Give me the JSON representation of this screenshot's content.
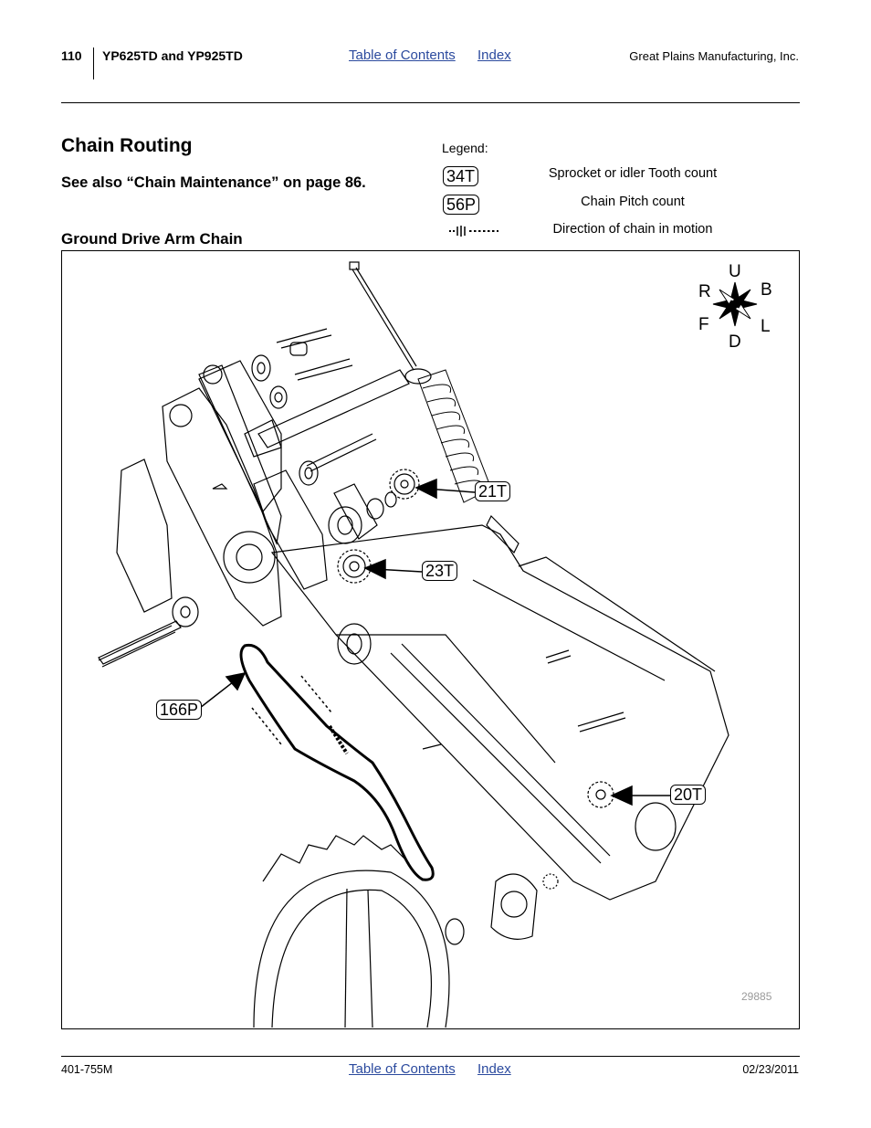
{
  "header": {
    "page_number": "110",
    "model": "YP625TD and YP925TD",
    "toc_link": "Table of Contents",
    "index_link": "Index",
    "company": "Great Plains Manufacturing, Inc."
  },
  "section": {
    "title": "Chain Routing",
    "see_also": "See also “Chain Maintenance” on page 86.",
    "subheading": "Ground Drive Arm Chain"
  },
  "legend": {
    "label": "Legend:",
    "items": [
      {
        "symbol": "34T",
        "description": "Sprocket or idler Tooth count"
      },
      {
        "symbol": "56P",
        "description": "Chain Pitch count"
      },
      {
        "symbol": "direction-arrow-icon",
        "description": "Direction of chain in motion"
      }
    ]
  },
  "figure": {
    "callouts": {
      "sprocket_upper": "21T",
      "sprocket_middle": "23T",
      "chain": "166P",
      "sprocket_lower": "20T"
    },
    "compass": {
      "up": "U",
      "rear": "R",
      "back": "B",
      "front": "F",
      "left": "L",
      "down": "D"
    },
    "figure_id": "29885"
  },
  "footer": {
    "doc_number": "401-755M",
    "toc_link": "Table of Contents",
    "index_link": "Index",
    "date": "02/23/2011"
  }
}
